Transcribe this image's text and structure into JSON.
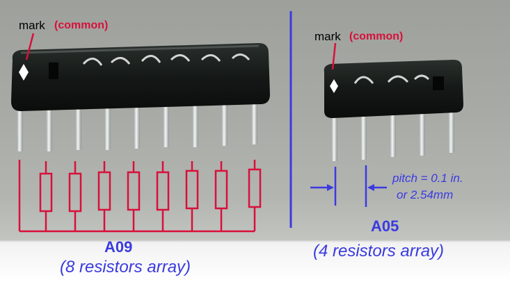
{
  "colors": {
    "annotation_red": "#d8103a",
    "annotation_blue": "#3a3ae0",
    "component_body": "#161a18",
    "lead_metal": "#e8ebea"
  },
  "left_component": {
    "mark_word": "mark",
    "mark_common": "(common)",
    "title": "A09",
    "subtitle": "(8 resistors array)",
    "pins": 9,
    "resistors": 8
  },
  "right_component": {
    "mark_word": "mark",
    "mark_common": "(common)",
    "title": "A05",
    "subtitle": "(4 resistors array)",
    "pins": 5
  },
  "pitch": {
    "line1": "pitch = 0.1 in.",
    "line2": "or 2.54mm"
  },
  "icons": [
    "pin-1-diamond-icon",
    "dimension-arrow-icon"
  ]
}
